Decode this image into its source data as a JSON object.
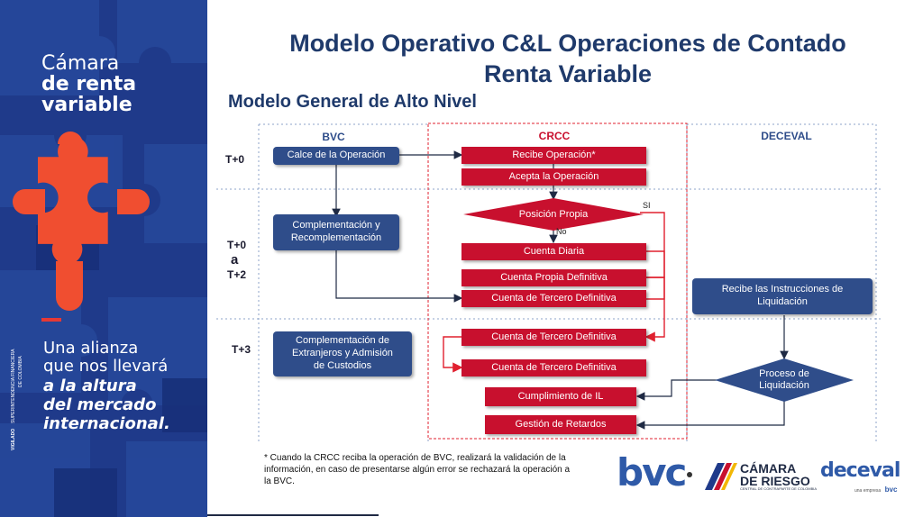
{
  "sidebar": {
    "brand_line1": "Cámara",
    "brand_line2": "de renta",
    "brand_line3": "variable",
    "tagline": [
      "Una alianza",
      "que nos llevará"
    ],
    "tagline_bold": [
      "a la altura",
      "del mercado",
      "internacional."
    ],
    "side_text1": "SUPERINTENDENCIA FINANCIERA",
    "side_text2": "DE COLOMBIA",
    "side_text3": "VIGILADO"
  },
  "title_line1": "Modelo Operativo C&L Operaciones de Contado",
  "title_line2": "Renta Variable",
  "subtitle": "Modelo General de Alto Nivel",
  "lanes": {
    "bvc": "BVC",
    "crcc": "CRCC",
    "deceval": "DECEVAL"
  },
  "time_labels": {
    "t0": "T+0",
    "t0b": "T+0",
    "a": "a",
    "t2": "T+2",
    "t3": "T+3"
  },
  "bvc_boxes": {
    "calce": "Calce de la Operación",
    "complementacion": [
      "Complementación y",
      "Recomplementación"
    ],
    "extranjeros": [
      "Complementación de",
      "Extranjeros y Admisión",
      "de Custodios"
    ]
  },
  "crcc_boxes": {
    "recibe": "Recibe Operación*",
    "acepta": "Acepta la Operación",
    "posicion": "Posición Propia",
    "cuenta_diaria": "Cuenta Diaria",
    "propia_definitiva": "Cuenta Propia Definitiva",
    "tercero1": "Cuenta de Tercero Definitiva",
    "tercero2": "Cuenta de Tercero Definitiva",
    "tercero3": "Cuenta de Tercero Definitiva",
    "cumplimiento": "Cumplimiento de IL",
    "retardos": "Gestión de Retardos"
  },
  "decision_labels": {
    "si": "SI",
    "no": "No"
  },
  "deceval_boxes": {
    "instrucciones": [
      "Recibe las Instrucciones de",
      "Liquidación"
    ],
    "proceso": [
      "Proceso de",
      "Liquidación"
    ]
  },
  "footnote": "* Cuando la CRCC reciba la operación de BVC, realizará la validación de la información, en caso de presentarse algún error se rechazará la operación a la BVC.",
  "logos": {
    "bvc": "bvc",
    "camara1": "CÁMARA",
    "camara2": "DE RIESGO",
    "camara3": "CENTRAL DE CONTRAPARTE DE COLOMBIA",
    "deceval": "deceval",
    "deceval_sub": "una empresa",
    "deceval_bvc": "bvc"
  },
  "colors": {
    "navy": "#1f3a8a",
    "red": "#c8102e",
    "box_blue": "#2f4d8a",
    "title": "#1f3a6b",
    "puzzle": "#f04e30"
  }
}
